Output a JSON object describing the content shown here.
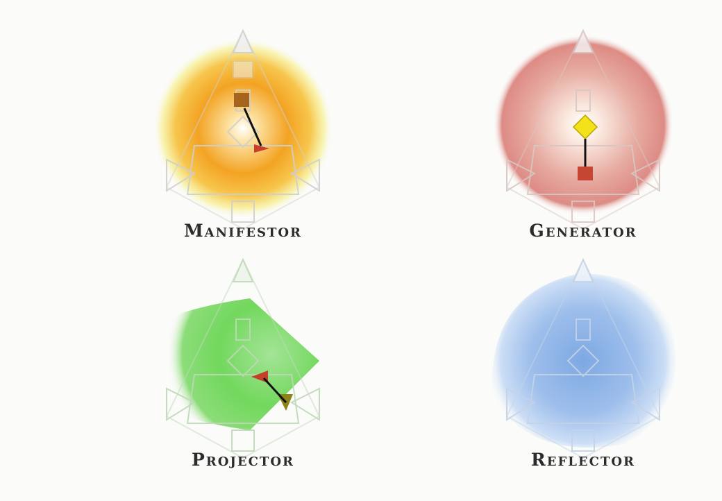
{
  "types": [
    {
      "key": "manifestor",
      "name": "Manifestor",
      "aura_color": "#f2a11c",
      "glow_color": "#f6ee9a"
    },
    {
      "key": "generator",
      "name": "Generator",
      "aura_color": "#de8a86",
      "glow_color": "#fff4e6"
    },
    {
      "key": "projector",
      "name": "Projector",
      "aura_color": "#5ccf45",
      "glow_color": "#c8f0b8"
    },
    {
      "key": "reflector",
      "name": "Reflector",
      "aura_color": "#6f9fe0",
      "glow_color": "#e3ecfa"
    }
  ]
}
